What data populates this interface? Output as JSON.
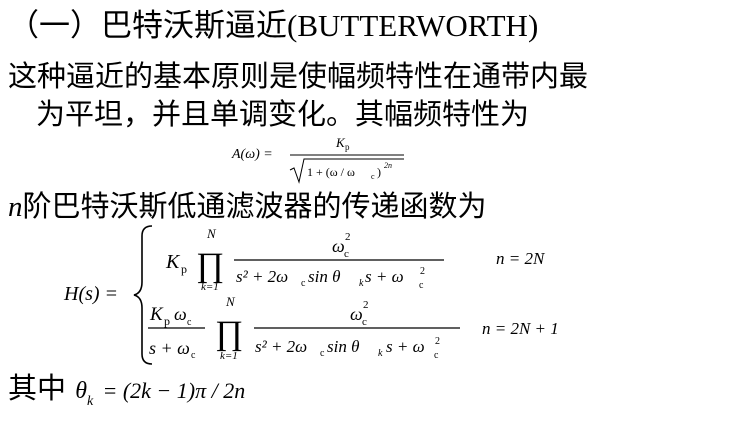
{
  "heading": {
    "prefix": "（一）巴特沃斯逼近",
    "latin": "(BUTTERWORTH)"
  },
  "intro": {
    "line1": "这种逼近的基本原则是使幅频特性在通带内最",
    "line2": "为平坦，并且单调变化。其幅频特性为"
  },
  "formula1": {
    "lhs": "A(ω) =",
    "numerator": "K",
    "numerator_sub": "p",
    "radicand": "1 + (ω / ω",
    "radicand_sub": "c",
    "radicand_end": ")",
    "exponent": "2n"
  },
  "transfer_intro": {
    "var": "n",
    "text": "阶巴特沃斯低通滤波器的传递函数为"
  },
  "formula2": {
    "lhs": "H(s) =",
    "case1": {
      "coef": "K",
      "coef_sub": "p",
      "prod_upper": "N",
      "prod_lower": "k=1",
      "num": "ω",
      "num_sub": "c",
      "num_sup": "2",
      "den": "s² + 2ω",
      "den_sub": "c",
      "den_mid": " sin θ",
      "den_mid_sub": "k",
      "den_end": " s + ω",
      "den_end_sub": "c",
      "den_end_sup": "2",
      "condition": "n = 2N"
    },
    "case2": {
      "coef_num": "K",
      "coef_num_sub": "p",
      "coef_num_rest": "ω",
      "coef_num_rest_sub": "c",
      "coef_den": "s + ω",
      "coef_den_sub": "c",
      "prod_upper": "N",
      "prod_lower": "k=1",
      "num": "ω",
      "num_sub": "c",
      "num_sup": "2",
      "den": "s² + 2ω",
      "den_sub": "c",
      "den_mid": " sin θ",
      "den_mid_sub": "k",
      "den_end": "s + ω",
      "den_end_sub": "c",
      "den_end_sup": "2",
      "condition": "n = 2N + 1"
    }
  },
  "theta_def": {
    "label": "其中",
    "theta": "θ",
    "theta_sub": "k",
    "rhs": "= (2k − 1)π / 2n"
  }
}
